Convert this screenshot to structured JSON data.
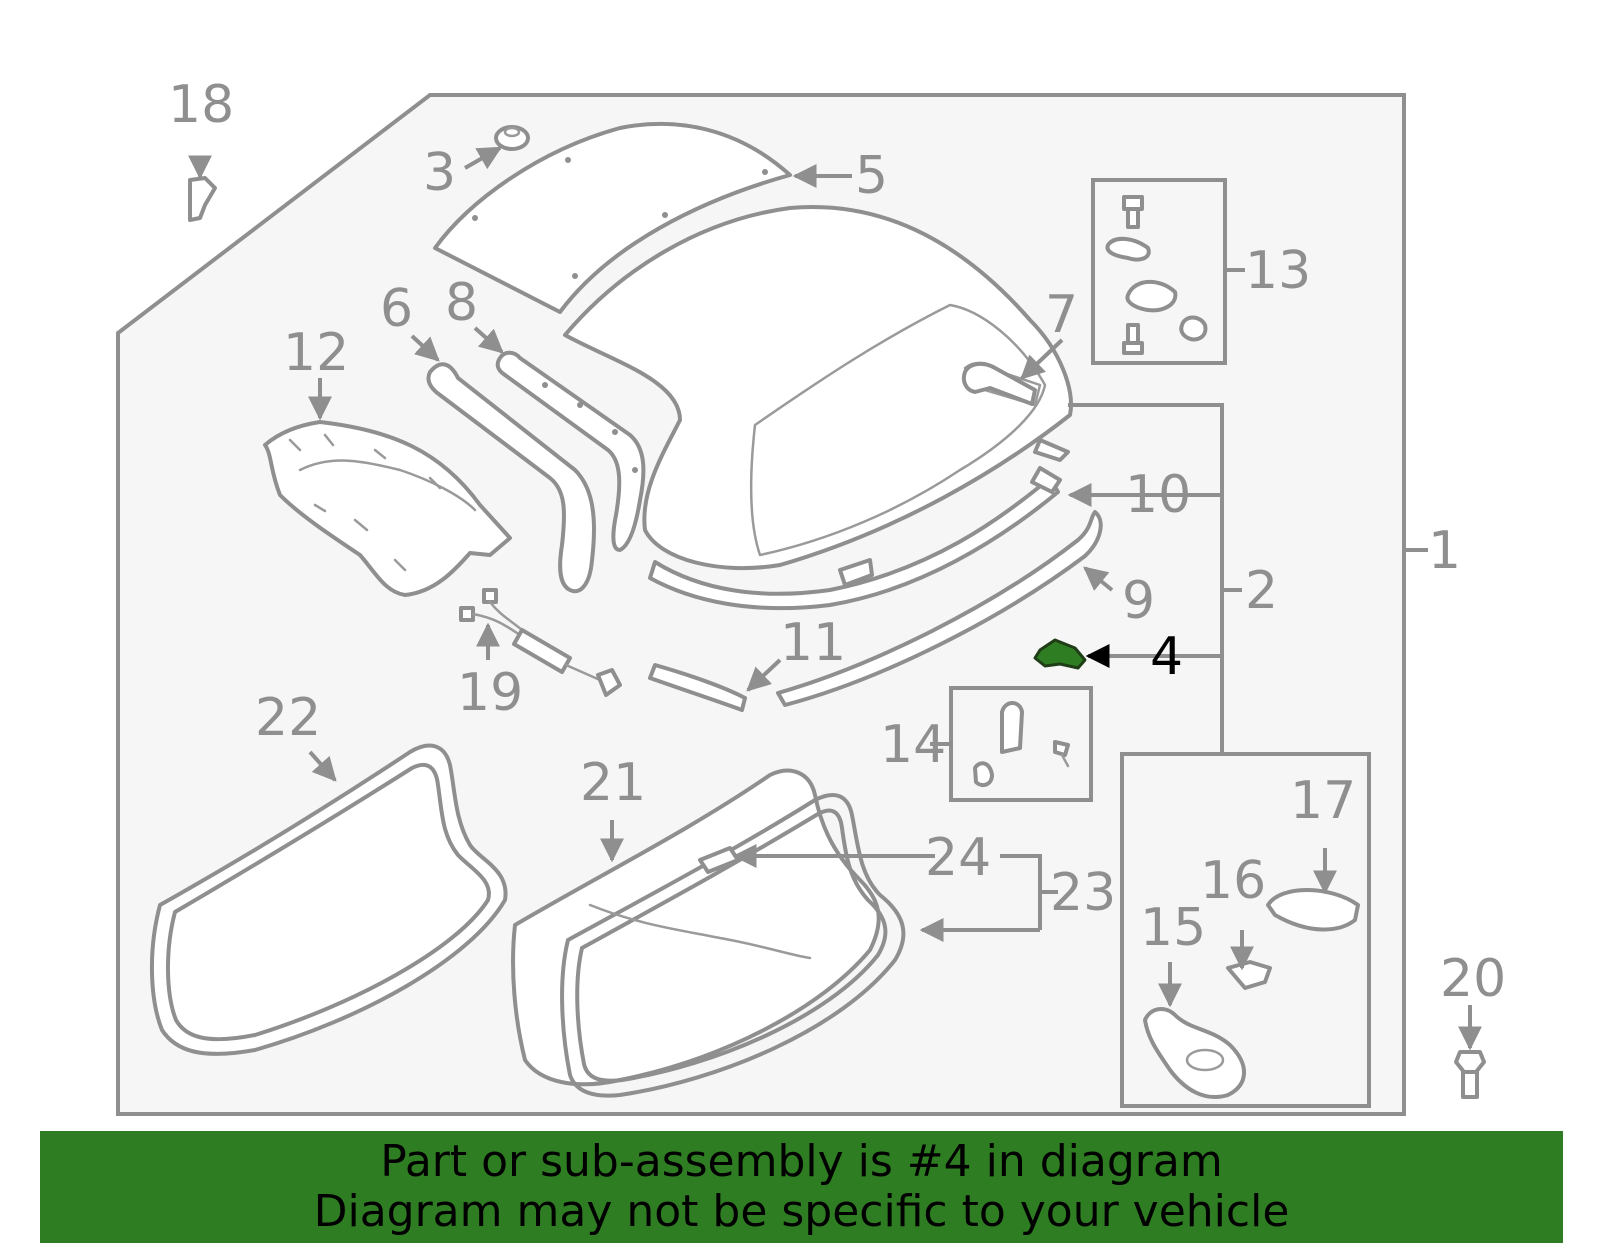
{
  "diagram": {
    "highlight_color": "#2f7d22",
    "line_color": "#8f8f8f",
    "labels": {
      "l1": "1",
      "l2": "2",
      "l3": "3",
      "l4": "4",
      "l5": "5",
      "l6": "6",
      "l7": "7",
      "l8": "8",
      "l9": "9",
      "l10": "10",
      "l11": "11",
      "l12": "12",
      "l13": "13",
      "l14": "14",
      "l15": "15",
      "l16": "16",
      "l17": "17",
      "l18": "18",
      "l19": "19",
      "l20": "20",
      "l21": "21",
      "l22": "22",
      "l23": "23",
      "l24": "24"
    }
  },
  "banner": {
    "line1": "Part or sub-assembly is #4 in diagram",
    "line2": "Diagram may not be specific to your vehicle",
    "background": "#2f7d22"
  }
}
